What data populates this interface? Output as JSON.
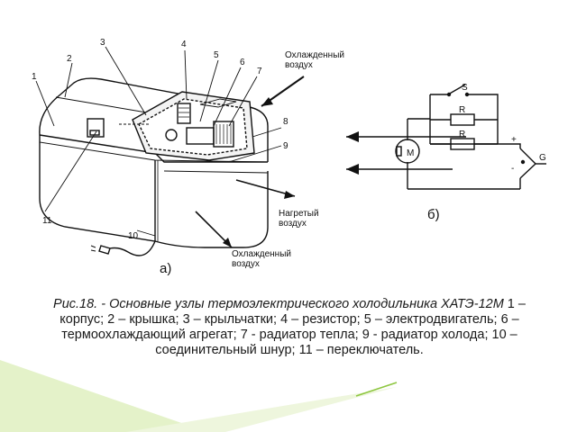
{
  "figure_a": {
    "labels": {
      "n1": "1",
      "n2": "2",
      "n3": "3",
      "n4": "4",
      "n5": "5",
      "n6": "6",
      "n7": "7",
      "n8": "8",
      "n9": "9",
      "n10": "10",
      "n11": "11"
    },
    "cooled_air_top": [
      "Охлажденный",
      "воздух"
    ],
    "heated_air": [
      "Нагретый",
      "воздух"
    ],
    "cooled_air_bottom": [
      "Охлажденный",
      "воздух"
    ],
    "letter": "а)"
  },
  "figure_b": {
    "switch": "S",
    "resistor_top": "R",
    "resistor_bottom": "R",
    "motor": "M",
    "plus": "+",
    "minus": "-",
    "generator": "G",
    "letter": "б)"
  },
  "caption": {
    "title": "Рис.18. - Основные узлы термоэлектрического холодильника ХАТЭ-12М",
    "text": " 1 – корпус; 2 – крышка; 3 – крыльчатки; 4 – резистор; 5 – электродвигатель; 6 – термоохлаждающий агрегат; 7 - радиатор тепла; 9 - радиатор холода; 10 – соединительный шнур; 11 – переключатель."
  },
  "colors": {
    "accent_green": "#8dc63f",
    "accent_light": "#e4f2c9"
  }
}
